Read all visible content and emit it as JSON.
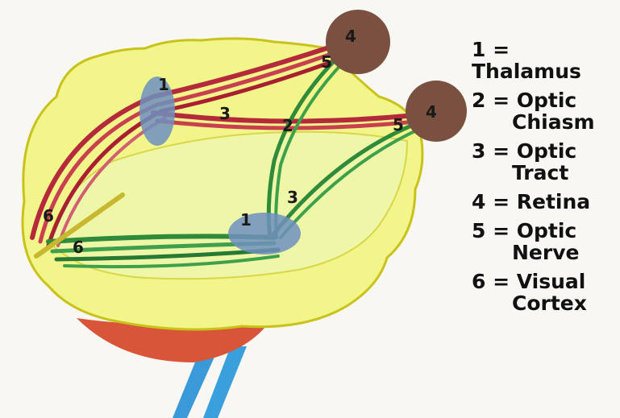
{
  "diagram": {
    "colors": {
      "paper": "#f8f7f3",
      "brain_fill": "#f2f58a",
      "brain_outline": "#c9c21a",
      "inner_region": "#eef6a8",
      "optic_path_red": "#b52a3a",
      "optic_path_green": "#2f8a3a",
      "thalamus": "#6f8fbf",
      "retina": "#7a5040",
      "brainstem": "#d8553a",
      "spinal": "#3a9ad8",
      "cortex_bar": "#c8b830"
    },
    "number_labels": {
      "thalamus_left": "1",
      "thalamus_right": "1",
      "chiasm": "2",
      "tract_red": "3",
      "tract_green": "3",
      "retina_top": "4",
      "retina_right": "4",
      "nerve_top": "5",
      "nerve_right": "5",
      "cortex_upper": "6",
      "cortex_lower": "6"
    }
  },
  "legend": [
    {
      "line1": "1 = Thalamus",
      "line2": ""
    },
    {
      "line1": "2 = Optic",
      "line2": "Chiasm"
    },
    {
      "line1": "3 = Optic",
      "line2": "Tract"
    },
    {
      "line1": "4 = Retina",
      "line2": ""
    },
    {
      "line1": "5 = Optic",
      "line2": "Nerve"
    },
    {
      "line1": "6 = Visual",
      "line2": "Cortex"
    }
  ]
}
